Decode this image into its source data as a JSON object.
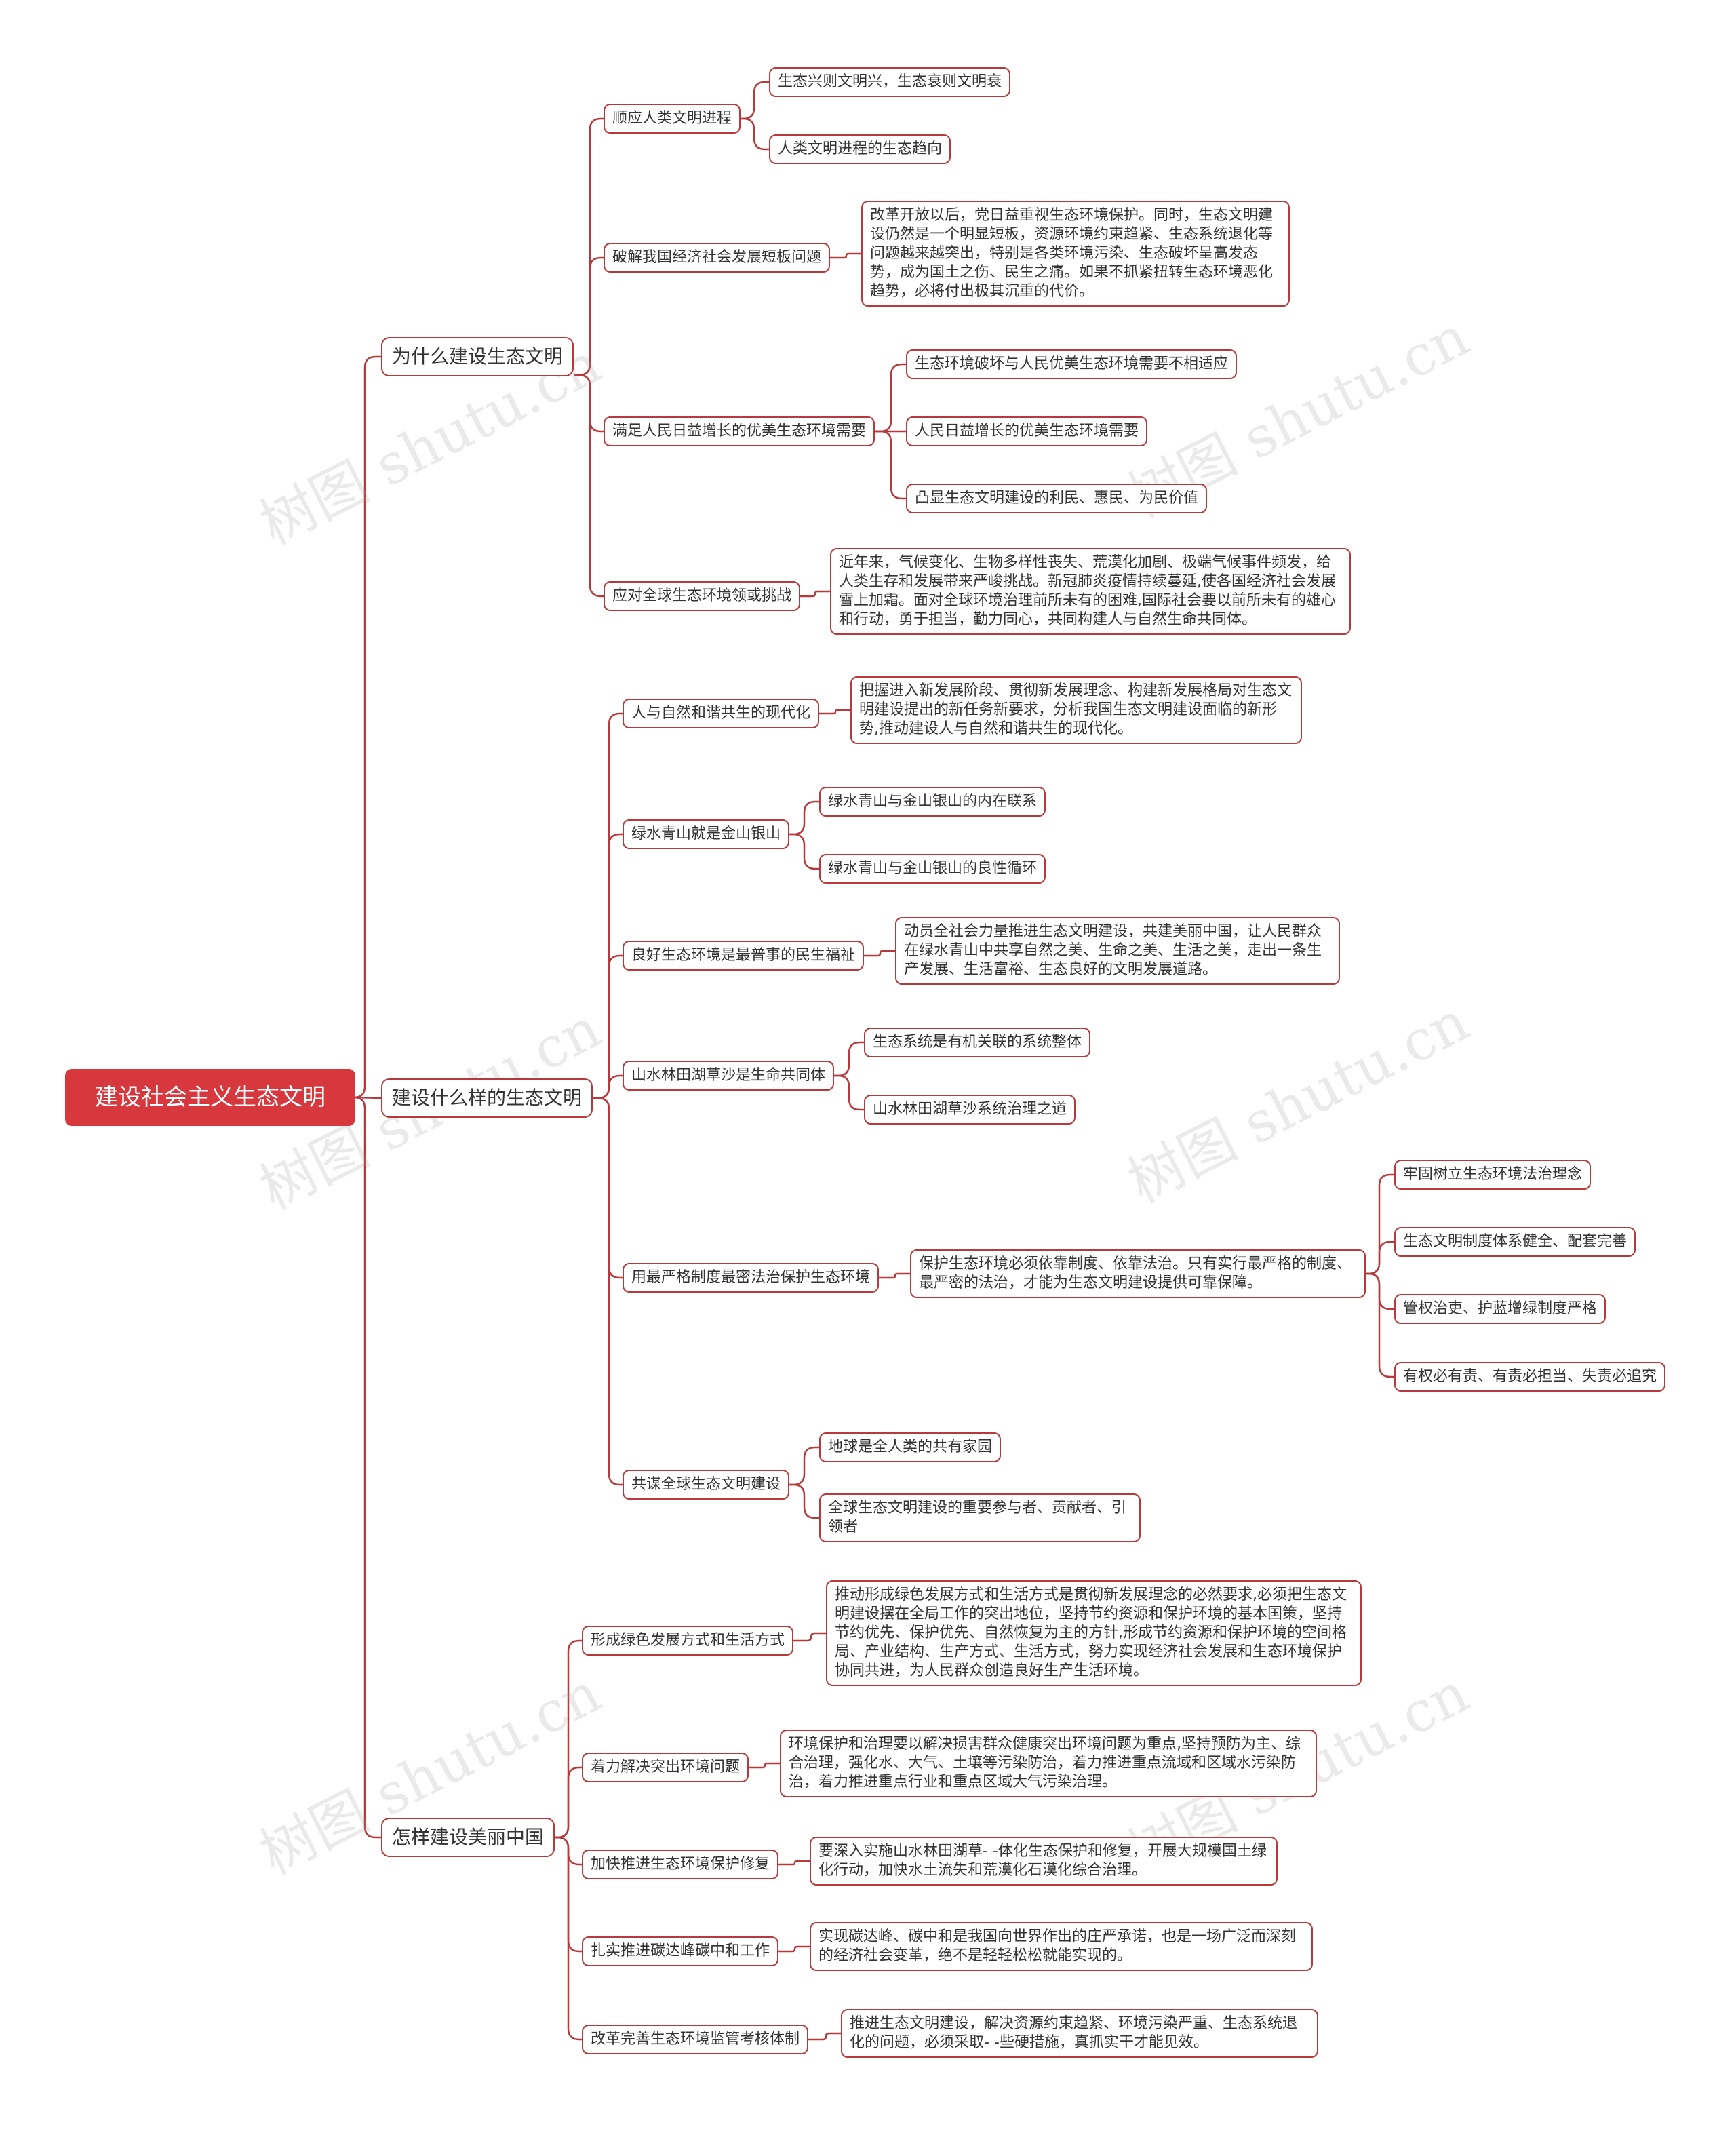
{
  "watermark": "树图 shutu.cn",
  "colors": {
    "accent": "#d7383e",
    "line": "#b5393d",
    "text": "#333333"
  },
  "mindmap": {
    "root": "建设社会主义生态文明",
    "branches": [
      {
        "label": "为什么建设生态文明",
        "children": [
          {
            "label": "顺应人类文明进程",
            "children": [
              "生态兴则文明兴，生态衰则文明衰",
              "人类文明进程的生态趋向"
            ]
          },
          {
            "label": "破解我国经济社会发展短板问题",
            "children": [
              "改革开放以后，党日益重视生态环境保护。同时，生态文明建设仍然是一个明显短板，资源环境约束趋紧、生态系统退化等问题越来越突出，特别是各类环境污染、生态破坏呈高发态势，成为国土之伤、民生之痛。如果不抓紧扭转生态环境恶化趋势，必将付出极其沉重的代价。"
            ]
          },
          {
            "label": "满足人民日益增长的优美生态环境需要",
            "children": [
              "生态环境破坏与人民优美生态环境需要不相适应",
              "人民日益增长的优美生态环境需要",
              "凸显生态文明建设的利民、惠民、为民价值"
            ]
          },
          {
            "label": "应对全球生态环境领或挑战",
            "children": [
              "近年来，气候变化、生物多样性丧失、荒漠化加剧、极端气候事件频发，给人类生存和发展带来严峻挑战。新冠肺炎疫情持续蔓延,使各国经济社会发展雪上加霜。面对全球环境治理前所未有的困难,国际社会要以前所未有的雄心和行动，勇于担当，勤力同心，共同构建人与自然生命共同体。"
            ]
          }
        ]
      },
      {
        "label": "建设什么样的生态文明",
        "children": [
          {
            "label": "人与自然和谐共生的现代化",
            "children": [
              "把握进入新发展阶段、贯彻新发展理念、构建新发展格局对生态文明建设提出的新任务新要求，分析我国生态文明建设面临的新形势,推动建设人与自然和谐共生的现代化。"
            ]
          },
          {
            "label": "绿水青山就是金山银山",
            "children": [
              "绿水青山与金山银山的内在联系",
              "绿水青山与金山银山的良性循环"
            ]
          },
          {
            "label": "良好生态环境是最普事的民生福祉",
            "children": [
              "动员全社会力量推进生态文明建设，共建美丽中国，让人民群众在绿水青山中共享自然之美、生命之美、生活之美，走出一条生产发展、生活富裕、生态良好的文明发展道路。"
            ]
          },
          {
            "label": "山水林田湖草沙是生命共同体",
            "children": [
              "生态系统是有机关联的系统整体",
              "山水林田湖草沙系统治理之道"
            ]
          },
          {
            "label": "用最严格制度最密法治保护生态环境",
            "detail": "保护生态环境必须依靠制度、依靠法治。只有实行最严格的制度、最严密的法治，才能为生态文明建设提供可靠保障。",
            "children": [
              "牢固树立生态环境法治理念",
              "生态文明制度体系健全、配套完善",
              "管权治吏、护蓝增绿制度严格",
              "有权必有责、有责必担当、失责必追究"
            ]
          },
          {
            "label": "共谋全球生态文明建设",
            "children": [
              "地球是全人类的共有家园",
              "全球生态文明建设的重要参与者、贡献者、引领者"
            ]
          }
        ]
      },
      {
        "label": "怎样建设美丽中国",
        "children": [
          {
            "label": "形成绿色发展方式和生活方式",
            "children": [
              "推动形成绿色发展方式和生活方式是贯彻新发展理念的必然要求,必须把生态文明建设摆在全局工作的突出地位，坚持节约资源和保护环境的基本国策，坚持节约优先、保护优先、自然恢复为主的方针,形成节约资源和保护环境的空间格局、产业结构、生产方式、生活方式，努力实现经济社会发展和生态环境保护协同共进，为人民群众创造良好生产生活环境。"
            ]
          },
          {
            "label": "着力解决突出环境问题",
            "children": [
              "环境保护和治理要以解决损害群众健康突出环境问题为重点,坚持预防为主、综合治理，强化水、大气、土壤等污染防治，着力推进重点流域和区域水污染防治，着力推进重点行业和重点区域大气污染治理。"
            ]
          },
          {
            "label": "加快推进生态环境保护修复",
            "children": [
              "要深入实施山水林田湖草- -体化生态保护和修复，开展大规模国土绿化行动，加快水土流失和荒漠化石漠化综合治理。"
            ]
          },
          {
            "label": "扎实推进碳达峰碳中和工作",
            "children": [
              "实现碳达峰、碳中和是我国向世界作出的庄严承诺，也是一场广泛而深刻的经济社会变革，绝不是轻轻松松就能实现的。"
            ]
          },
          {
            "label": "改革完善生态环境监管考核体制",
            "children": [
              "推进生态文明建设，解决资源约束趋紧、环境污染严重、生态系统退化的问题，必须采取- -些硬措施，真抓实干才能见效。"
            ]
          }
        ]
      }
    ]
  }
}
